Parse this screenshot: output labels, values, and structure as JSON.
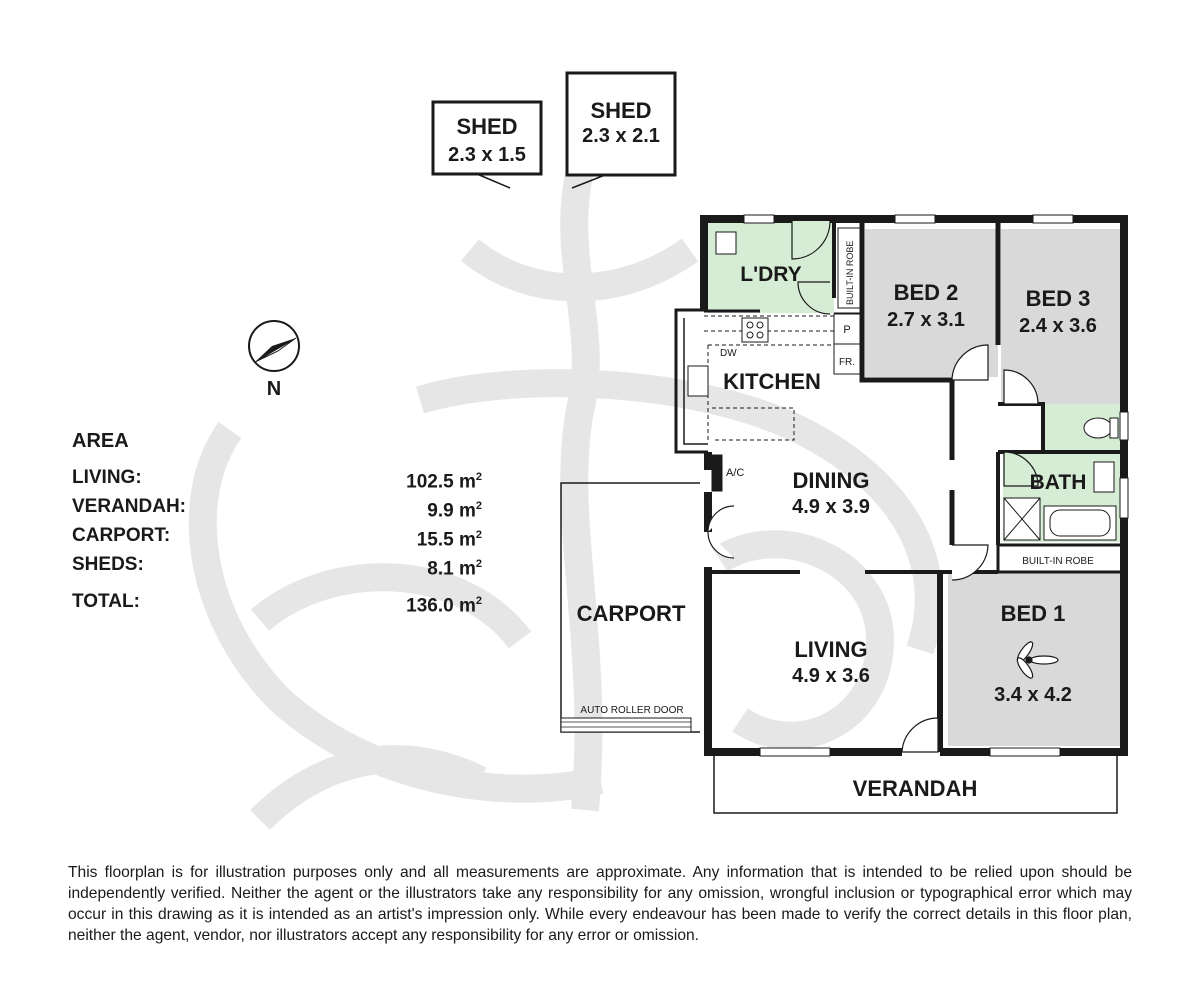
{
  "rooms": {
    "shed1": {
      "name": "SHED",
      "dims": "2.3 x 1.5"
    },
    "shed2": {
      "name": "SHED",
      "dims": "2.3 x 2.1"
    },
    "laundry": {
      "name": "L'DRY"
    },
    "bed2": {
      "name": "BED 2",
      "dims": "2.7 x 3.1"
    },
    "bed3": {
      "name": "BED 3",
      "dims": "2.4 x 3.6"
    },
    "kitchen": {
      "name": "KITCHEN"
    },
    "dining": {
      "name": "DINING",
      "dims": "4.9 x 3.9"
    },
    "bath": {
      "name": "BATH"
    },
    "bed1": {
      "name": "BED 1",
      "dims": "3.4 x 4.2"
    },
    "living": {
      "name": "LIVING",
      "dims": "4.9 x 3.6"
    },
    "carport": {
      "name": "CARPORT"
    },
    "verandah": {
      "name": "VERANDAH"
    }
  },
  "fixtures": {
    "builtin_robe_1": "BUILT-IN ROBE",
    "builtin_robe_2": "BUILT-IN ROBE",
    "pantry": "P",
    "fridge": "FR.",
    "dishwasher": "DW",
    "aircon": "A/C",
    "roller_door": "AUTO ROLLER DOOR"
  },
  "compass": {
    "label": "N"
  },
  "area": {
    "title": "AREA",
    "rows": [
      {
        "label": "LIVING:",
        "value": "102.5 m",
        "unit_sup": "2"
      },
      {
        "label": "VERANDAH:",
        "value": "9.9 m",
        "unit_sup": "2"
      },
      {
        "label": "CARPORT:",
        "value": "15.5 m",
        "unit_sup": "2"
      },
      {
        "label": "SHEDS:",
        "value": "8.1 m",
        "unit_sup": "2"
      }
    ],
    "total": {
      "label": "TOTAL:",
      "value": "136.0 m",
      "unit_sup": "2"
    }
  },
  "disclaimer": "This floorplan is for illustration purposes only and all measurements are approximate. Any information that is intended to be relied upon should be independently verified. Neither the agent or the illustrators take any responsibility for any omission, wrongful inclusion or typographical error which may occur in this drawing as it is intended as an artist's impression only. While every endeavour has been made to verify the correct details in this floor plan, neither the agent, vendor, nor illustrators accept any responsibility for any error or omission.",
  "colors": {
    "wall": "#1a1a1a",
    "bedroom_fill": "#d9d9d9",
    "wet_fill": "#d6ecd4",
    "watermark": "#e6e6e6"
  }
}
